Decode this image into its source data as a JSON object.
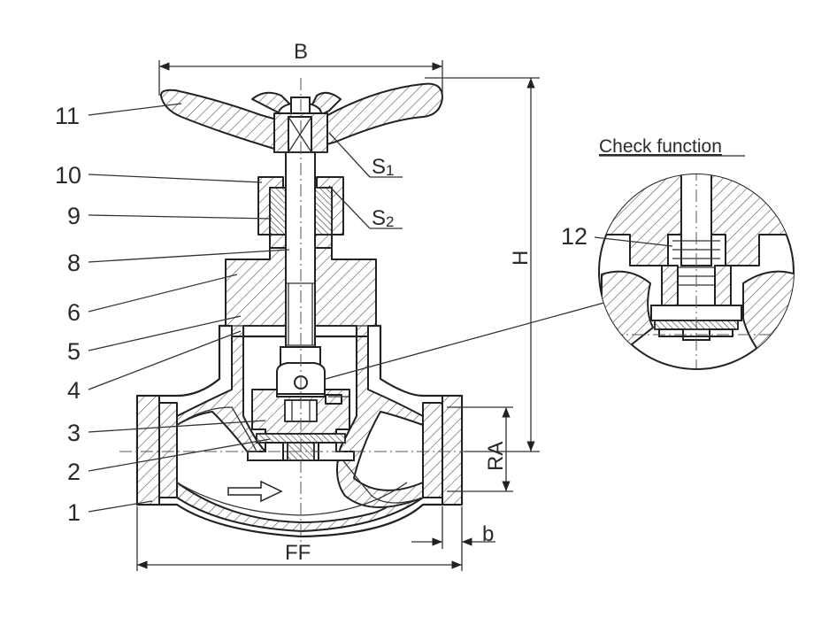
{
  "part_labels": [
    "11",
    "10",
    "9",
    "8",
    "6",
    "5",
    "4",
    "3",
    "2",
    "1",
    "12"
  ],
  "dimensions": {
    "B": "B",
    "H": "H",
    "RA": "RA",
    "b": "b",
    "FF": "FF"
  },
  "wrench_sizes": {
    "s1_letter": "S",
    "s1_index": "1",
    "s2_letter": "S",
    "s2_index": "2"
  },
  "detail_title": "Check function",
  "colors": {
    "line": "#222222",
    "text": "#2a2a2a",
    "background": "#ffffff"
  }
}
